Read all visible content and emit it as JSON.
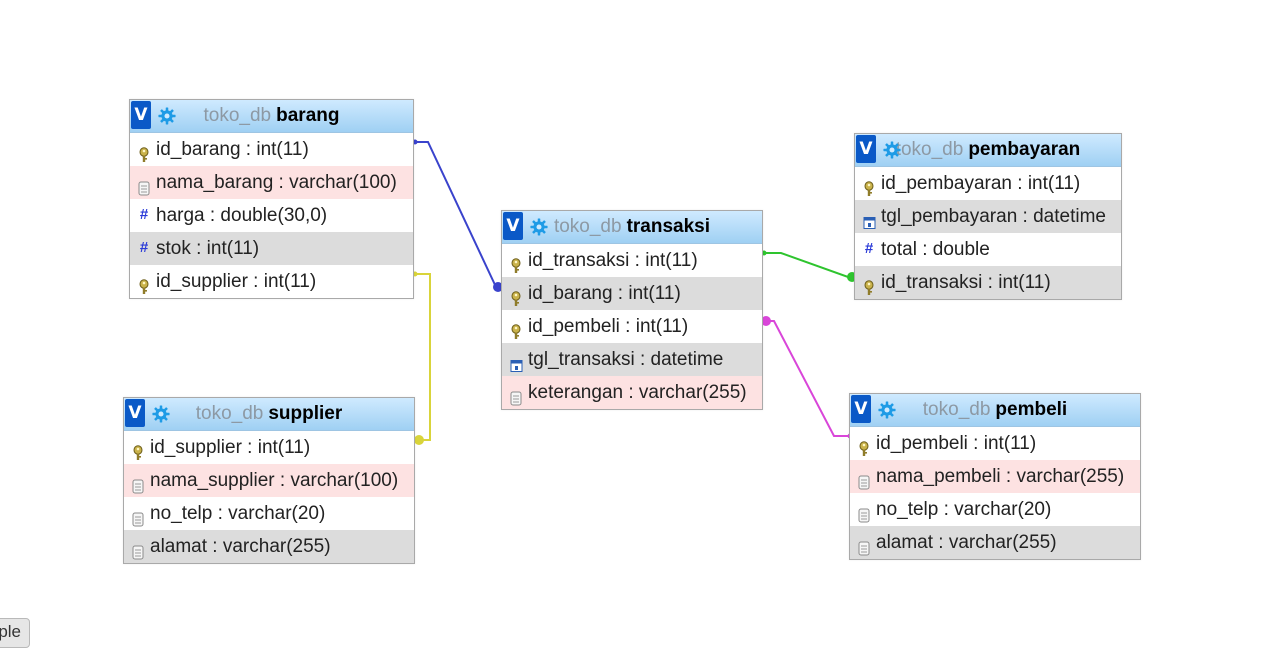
{
  "db": "toko_db",
  "colors": {
    "header_top": "#cfeaff",
    "header_bottom": "#9fd0f3",
    "toggle": "#0a59c7",
    "highlight_row": "#fde2e2",
    "alt_row": "#dcdcdc",
    "link_barang": "#3a43cc",
    "link_supplier": "#d9d43a",
    "link_pembayaran": "#2ec42e",
    "link_pembeli": "#d946d9"
  },
  "toggle_label": "V",
  "tables": [
    {
      "name": "barang",
      "columns": [
        {
          "text": "id_barang : int(11)",
          "icon": "key-icon",
          "style": "odd"
        },
        {
          "text": "nama_barang : varchar(100)",
          "icon": "text-field-icon",
          "style": "hl"
        },
        {
          "text": "harga : double(30,0)",
          "icon": "numeric-icon",
          "style": "odd"
        },
        {
          "text": "stok : int(11)",
          "icon": "numeric-icon",
          "style": "alt"
        },
        {
          "text": "id_supplier : int(11)",
          "icon": "key-icon",
          "style": "odd"
        }
      ]
    },
    {
      "name": "supplier",
      "columns": [
        {
          "text": "id_supplier : int(11)",
          "icon": "key-icon",
          "style": "odd"
        },
        {
          "text": "nama_supplier : varchar(100)",
          "icon": "text-field-icon",
          "style": "hl"
        },
        {
          "text": "no_telp : varchar(20)",
          "icon": "text-field-icon",
          "style": "odd"
        },
        {
          "text": "alamat : varchar(255)",
          "icon": "text-field-icon",
          "style": "alt"
        }
      ]
    },
    {
      "name": "transaksi",
      "columns": [
        {
          "text": "id_transaksi : int(11)",
          "icon": "key-icon",
          "style": "odd"
        },
        {
          "text": "id_barang : int(11)",
          "icon": "key-icon",
          "style": "alt"
        },
        {
          "text": "id_pembeli : int(11)",
          "icon": "key-icon",
          "style": "odd"
        },
        {
          "text": "tgl_transaksi : datetime",
          "icon": "calendar-icon",
          "style": "alt"
        },
        {
          "text": "keterangan : varchar(255)",
          "icon": "text-field-icon",
          "style": "hl"
        }
      ]
    },
    {
      "name": "pembayaran",
      "columns": [
        {
          "text": "id_pembayaran : int(11)",
          "icon": "key-icon",
          "style": "odd"
        },
        {
          "text": "tgl_pembayaran : datetime",
          "icon": "calendar-icon",
          "style": "alt"
        },
        {
          "text": "total : double",
          "icon": "numeric-icon",
          "style": "odd"
        },
        {
          "text": "id_transaksi : int(11)",
          "icon": "key-icon",
          "style": "alt"
        }
      ]
    },
    {
      "name": "pembeli",
      "columns": [
        {
          "text": "id_pembeli : int(11)",
          "icon": "key-icon",
          "style": "odd"
        },
        {
          "text": "nama_pembeli : varchar(255)",
          "icon": "text-field-icon",
          "style": "hl"
        },
        {
          "text": "no_telp : varchar(20)",
          "icon": "text-field-icon",
          "style": "odd"
        },
        {
          "text": "alamat : varchar(255)",
          "icon": "text-field-icon",
          "style": "alt"
        }
      ]
    }
  ],
  "relations": [
    {
      "from": "barang.id_barang",
      "to": "transaksi.id_barang",
      "color": "#3a43cc"
    },
    {
      "from": "supplier.id_supplier",
      "to": "barang.id_supplier",
      "color": "#d9d43a"
    },
    {
      "from": "transaksi.id_transaksi",
      "to": "pembayaran.id_transaksi",
      "color": "#2ec42e"
    },
    {
      "from": "pembeli.id_pembeli",
      "to": "transaksi.id_pembeli",
      "color": "#d946d9"
    }
  ],
  "bottom_tab": "ple"
}
